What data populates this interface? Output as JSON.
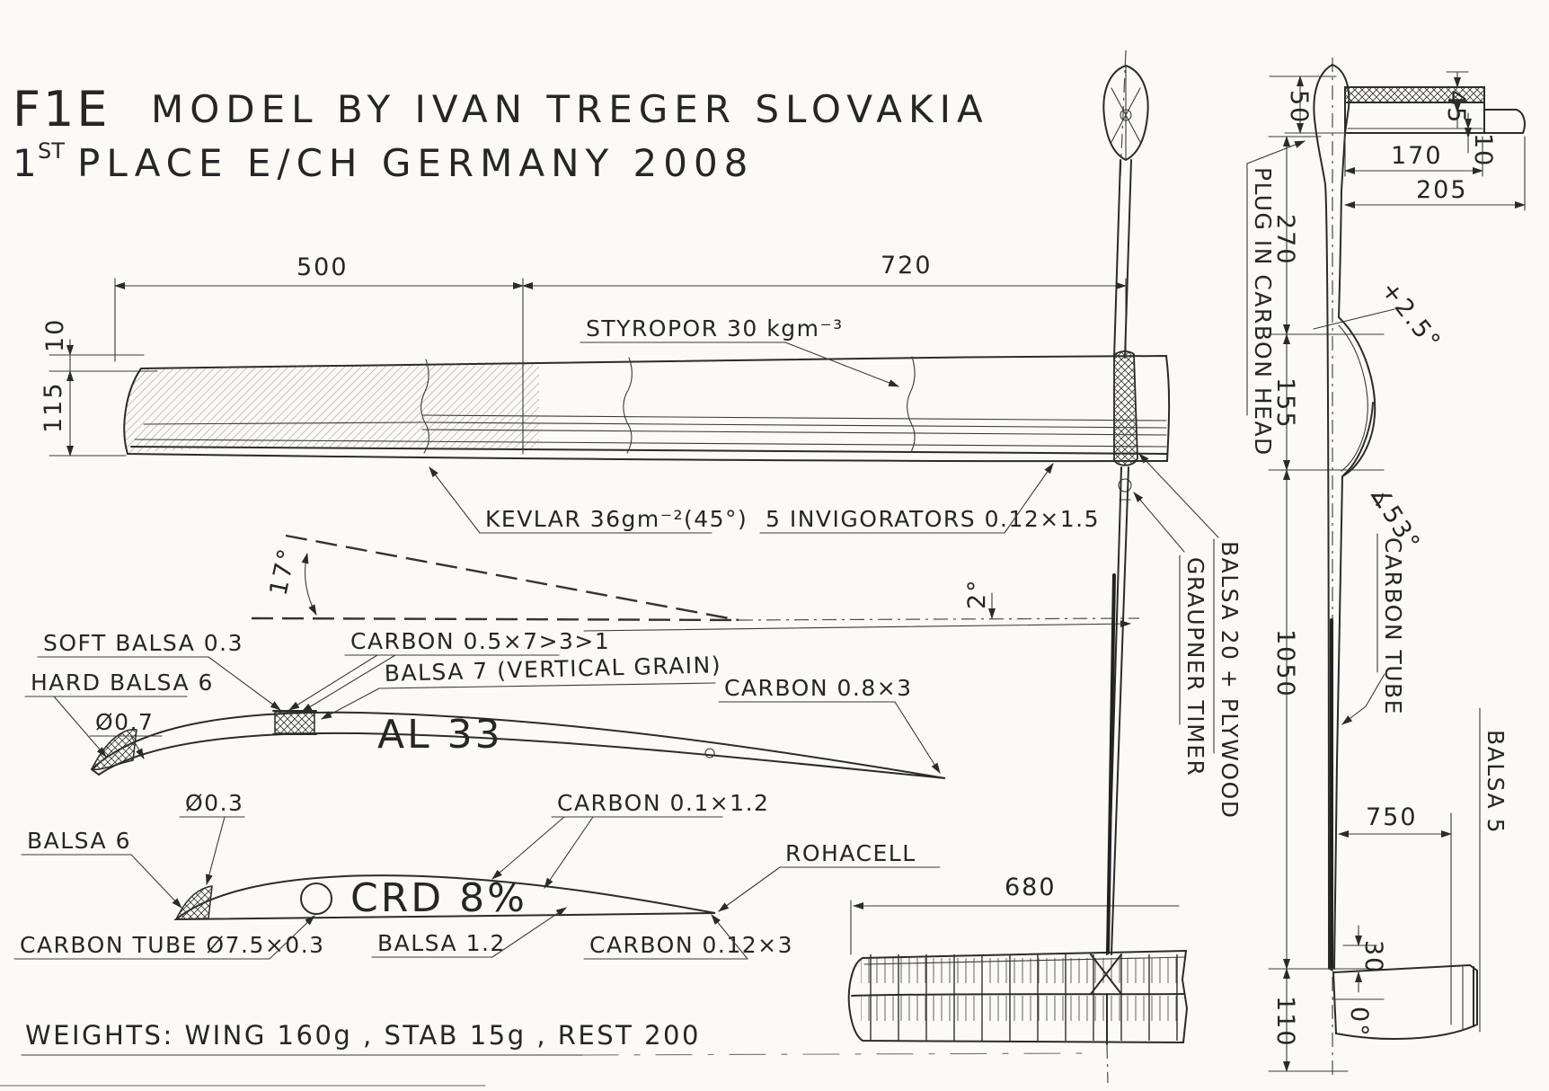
{
  "title": {
    "model_code": "F1E",
    "line1_rest": "MODEL BY IVAN TREGER SLOVAKIA",
    "line2_num": "1",
    "line2_sup": "ST",
    "line2_rest": "PLACE E/CH GERMANY 2008"
  },
  "wing_plan": {
    "dim_tip_panel": "500",
    "dim_inner_panel": "720",
    "dim_tip_offset": "10",
    "dim_tip_chord": "115",
    "label_styropor": "STYROPOR 30 kgm⁻³",
    "label_kevlar": "KEVLAR 36gm⁻²(45°)",
    "label_invigorators": "5 INVIGORATORS 0.12×1.5"
  },
  "dihedral": {
    "tip_angle": "17°",
    "washout_angle": "2°"
  },
  "wing_section": {
    "name": "AL 33",
    "label_soft_balsa": "SOFT BALSA 0.3",
    "label_hard_balsa": "HARD BALSA 6",
    "label_le_diameter": "Ø0.7",
    "label_carbon_spar": "CARBON 0.5×7>3>1",
    "label_shear_web": "BALSA 7 (VERTICAL GRAIN)",
    "label_te_carbon": "CARBON 0.8×3"
  },
  "stab_section": {
    "name": "CRD 8%",
    "label_le_diameter": "Ø0.3",
    "label_balsa_le": "BALSA 6",
    "label_carbon_cap": "CARBON 0.1×1.2",
    "label_rohacell": "ROHACELL",
    "label_carbon_tube": "CARBON TUBE Ø7.5×0.3",
    "label_balsa_core": "BALSA 1.2",
    "label_te_carbon": "CARBON 0.12×3"
  },
  "stab_plan": {
    "dim_half_span": "680"
  },
  "fuselage_front": {
    "label_balsa_plywood": "BALSA 20 + PLYWOOD",
    "label_timer": "GRAUPNER TIMER"
  },
  "fuselage_side": {
    "label_plug": "PLUG IN CARBON HEAD",
    "dim_head_depth": "50",
    "dim_nose_to_pylon": "270",
    "dim_pylon_chord": "155",
    "dim_boom": "1050",
    "dim_tail": "110",
    "dim_head_height": "45",
    "dim_head_lip": "10",
    "dim_head_len": "170",
    "dim_head_total": "205",
    "angle_wing_incidence": "+2.5°",
    "angle_pylon": "∡53°",
    "label_carbon_tube": "CARBON TUBE",
    "label_balsa_fin": "BALSA 5",
    "dim_fin_len": "750",
    "dim_fin_offset": "30",
    "angle_stab": "0°"
  },
  "notes": {
    "weights": "WEIGHTS: WING 160g , STAB 15g ,  REST 200"
  }
}
